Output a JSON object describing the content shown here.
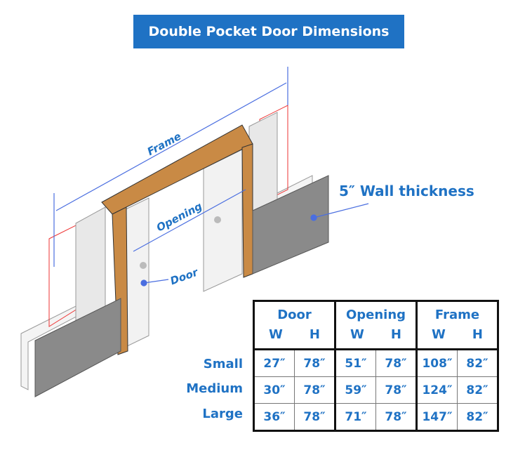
{
  "title": "Double Pocket Door Dimensions",
  "labels": {
    "frame": "Frame",
    "opening": "Opening",
    "door": "Door",
    "wall": "5″ Wall thickness"
  },
  "table": {
    "groups": [
      {
        "name": "Door",
        "w": "W",
        "h": "H"
      },
      {
        "name": "Opening",
        "w": "W",
        "h": "H"
      },
      {
        "name": "Frame",
        "w": "W",
        "h": "H"
      }
    ],
    "rows": [
      {
        "label": "Small",
        "values": [
          "27″",
          "78″",
          "51″",
          "78″",
          "108″",
          "82″"
        ]
      },
      {
        "label": "Medium",
        "values": [
          "30″",
          "78″",
          "59″",
          "78″",
          "124″",
          "82″"
        ]
      },
      {
        "label": "Large",
        "values": [
          "36″",
          "78″",
          "71″",
          "78″",
          "147″",
          "82″"
        ]
      }
    ]
  },
  "colors": {
    "accent": "#1f72c4",
    "frame": "#c98a45",
    "wall": "#8a8a8a"
  }
}
